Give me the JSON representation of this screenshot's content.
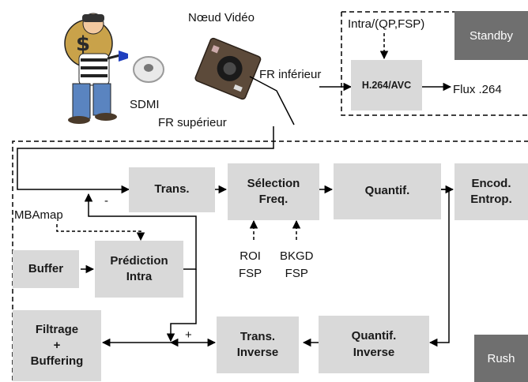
{
  "nodes": {
    "video_node": "Nœud Vidéo",
    "sdmi": "SDMI",
    "fr_lower": "FR inférieur",
    "fr_upper": "FR supérieur",
    "intra_params": "Intra/(QP,FSP)",
    "h264": "H.264/AVC",
    "flux": "Flux .264",
    "standby": "Standby",
    "rush": "Rush"
  },
  "blocks": {
    "trans": "Trans.",
    "selection": "Sélection\nFreq.",
    "quantif": "Quantif.",
    "encod": "Encod.\nEntrop.",
    "buffer": "Buffer",
    "prediction": "Prédiction\nIntra",
    "filtrage": "Filtrage\n+\nBuffering",
    "trans_inverse": "Trans.\nInverse",
    "quantif_inverse": "Quantif.\nInverse"
  },
  "labels": {
    "mbamap": "MBAmap",
    "roi": "ROI\nFSP",
    "bkgd": "BKGD\nFSP",
    "minus": "-",
    "plus": "+"
  },
  "colors": {
    "block": "#d9d9d9",
    "tag": "#6f6f6f",
    "line": "#000000"
  }
}
